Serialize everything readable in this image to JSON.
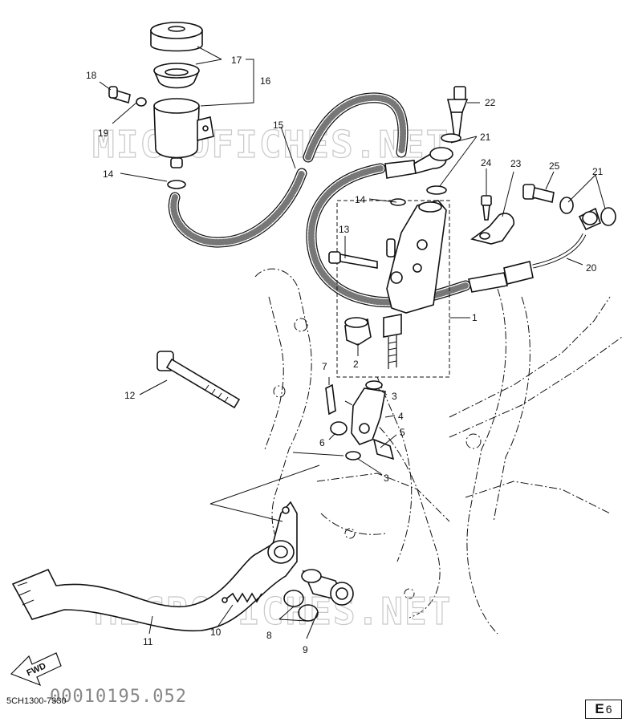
{
  "watermarks": [
    "MICROFICHES.NET",
    "MICROFICHES.NET"
  ],
  "arrow_label": "FWD",
  "footer": {
    "code": "5CH1300-7330",
    "serial": "00010195.052",
    "page_letter": "E",
    "page_number": "6"
  },
  "labels": [
    {
      "id": "1",
      "text": "1"
    },
    {
      "id": "2",
      "text": "2"
    },
    {
      "id": "3a",
      "text": "3"
    },
    {
      "id": "3b",
      "text": "3"
    },
    {
      "id": "4",
      "text": "4"
    },
    {
      "id": "5",
      "text": "5"
    },
    {
      "id": "6",
      "text": "6"
    },
    {
      "id": "7",
      "text": "7"
    },
    {
      "id": "8",
      "text": "8"
    },
    {
      "id": "9",
      "text": "9"
    },
    {
      "id": "10",
      "text": "10"
    },
    {
      "id": "11",
      "text": "11"
    },
    {
      "id": "12",
      "text": "12"
    },
    {
      "id": "13",
      "text": "13"
    },
    {
      "id": "14a",
      "text": "14"
    },
    {
      "id": "14b",
      "text": "14"
    },
    {
      "id": "15",
      "text": "15"
    },
    {
      "id": "16",
      "text": "16"
    },
    {
      "id": "17",
      "text": "17"
    },
    {
      "id": "18",
      "text": "18"
    },
    {
      "id": "19",
      "text": "19"
    },
    {
      "id": "20",
      "text": "20"
    },
    {
      "id": "21a",
      "text": "21"
    },
    {
      "id": "21b",
      "text": "21"
    },
    {
      "id": "22",
      "text": "22"
    },
    {
      "id": "23",
      "text": "23"
    },
    {
      "id": "24",
      "text": "24"
    },
    {
      "id": "25",
      "text": "25"
    }
  ]
}
